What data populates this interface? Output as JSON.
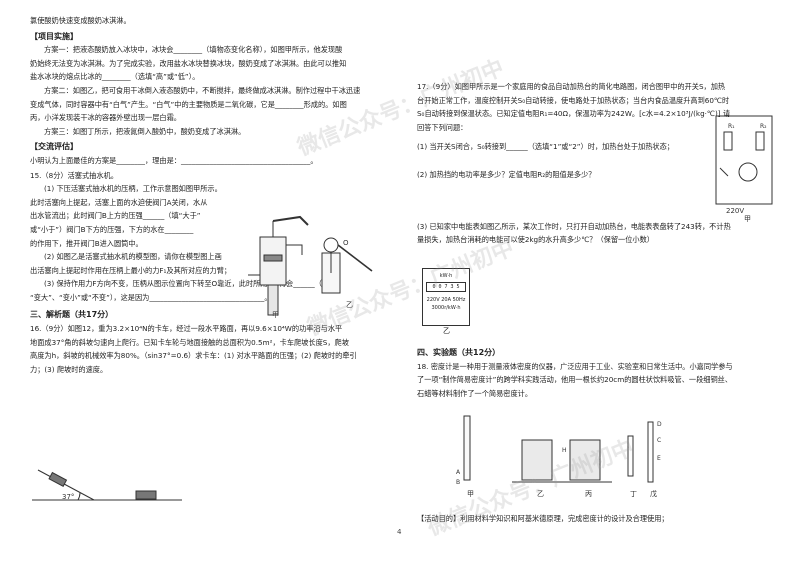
{
  "left": {
    "l1": "氯使酸奶快速变成酸奶冰淇淋。",
    "plan_head": "【项目实施】",
    "p1": "方案一：把液态酸奶放入冰块中，冰块会________（填物态变化名称），如图甲所示，他发现酸",
    "p2": "奶始终无法变为冰淇淋。为了完成实验，改用盐水冰块替换冰块，酸奶变成了冰淇淋。由此可以推知",
    "p3": "盐水冰块的熔点比冰的________（选填“高”或“低”）。",
    "p4": "方案二：如图乙，把可食用干冰倒入液态酸奶中，不断搅拌，最终做成冰淇淋。制作过程中干冰迅速",
    "p5": "变成气体，同时容器中有“白气”产生。“白气”中的主要物质是二氧化碳，它是________形成的。如图",
    "p6": "丙，小洋发现装干冰的容器外壁出现一层白霜。",
    "p7": "方案三：如图丁所示，把液氮倒入酸奶中，酸奶变成了冰淇淋。",
    "eval_head": "【交流评估】",
    "eval": "小明认为上面最佳的方案是________，理由是：____________________________________。",
    "q15": "15.（8分）活塞式抽水机。",
    "q15_1": "(1) 下压活塞式抽水机的压柄，工作示意图如图甲所示。",
    "q15_2": "此时活塞向上提起，活塞上面的水迫使阀门A关闭，水从",
    "q15_3": "出水管流出；此时阀门B上方的压强______（填“大于”",
    "q15_4": "或“小于”）阀门B下方的压强，下方的水在________",
    "q15_5": "的作用下，推开阀门B进入圆筒中。",
    "q15_6": "(2) 如图乙是活塞式抽水机的模型图，请你在模型图上画",
    "q15_7": "出活塞向上提起时作用在压柄上最小的力F₁及其所对应的力臂；",
    "q15_8": "(3) 保持作用力F方向不变，压柄从图示位置向下转至O靠近，此时所用力F将会______（填",
    "q15_9": "“变大”、“变小”或“不变”），这是因为________________________________。",
    "sec3": "三、解析题（共17分）",
    "q16_1": "16.（9分）如图12，重为3.2×10⁴N的卡车，经过一段水平路面，再以9.6×10⁴W的功率沿与水平",
    "q16_2": "地面成37°角的斜坡匀速向上爬行。已知卡车轮与地面接触的总面积为0.5m²，卡车爬坡长度S，爬坡",
    "q16_3": "高度为h，斜坡的机械效率为80%。（sin37°=0.6）求卡车：(1) 对水平路面的压强；(2) 爬坡时的牵引",
    "q16_4": "力；(3) 爬坡时的速度。",
    "fig_label_a": "甲",
    "fig_label_b": "乙",
    "angle": "37°",
    "o_label": "O"
  },
  "right": {
    "q17_1": "17.（9分）如图甲所示是一个家庭用的食品自动加热台的简化电路图，闭合图甲中的开关S，加热",
    "q17_2": "台开始正常工作，温度控制开关S₀自动转接，使电路处于加热状态；当台内食品温度升高到60℃时",
    "q17_3": "S₀自动转接到保温状态。已知定值电阻R₁=40Ω，保温功率为242W。[c水=4.2×10³J/(kg·℃)] 请",
    "q17_4": "回答下列问题：",
    "q17_5": "(1) 当开关S闭合，S₀转接到______（选填“1”或“2”）时，加热台处于加热状态；",
    "q17_6": "(2) 加热挡的电功率是多少？定值电阻R₂的阻值是多少？",
    "q17_7": "(3) 已知家中电能表如图乙所示，某次工作时，只打开自动加热台，电能表表盘转了243转，不计热",
    "q17_8": "量损失，加热台消耗的电能可以使2kg的水升高多少℃？（保留一位小数）",
    "meter_unit": "kW·h",
    "meter_digits": "0 0 7 3 5",
    "meter_spec1": "220V  20A  50Hz",
    "meter_spec2": "3000r/kW·h",
    "label_jia": "甲",
    "label_yi": "乙",
    "voltage": "220V",
    "sec4": "四、实验题（共12分）",
    "q18_1": "18. 密度计是一种用于测量液体密度的仪器，广泛应用于工业、实验室和日常生活中。小嘉同学参与",
    "q18_2": "了一项“制作简易密度计”的跨学科实践活动，他用一根长约20cm的圆柱状饮料吸管、一段细铜丝、",
    "q18_3": "石蜡等材料制作了一个简易密度计。",
    "fig18_labels": [
      "甲",
      "乙",
      "丙",
      "丁",
      "戊"
    ],
    "fig18_letters": [
      "D",
      "C",
      "E",
      "H",
      "A",
      "B"
    ],
    "goal": "【活动目的】利用材料学知识和阿基米德原理，完成密度计的设计及合理使用；"
  },
  "page_number": "4",
  "watermark": "微信公众号：广州初中"
}
